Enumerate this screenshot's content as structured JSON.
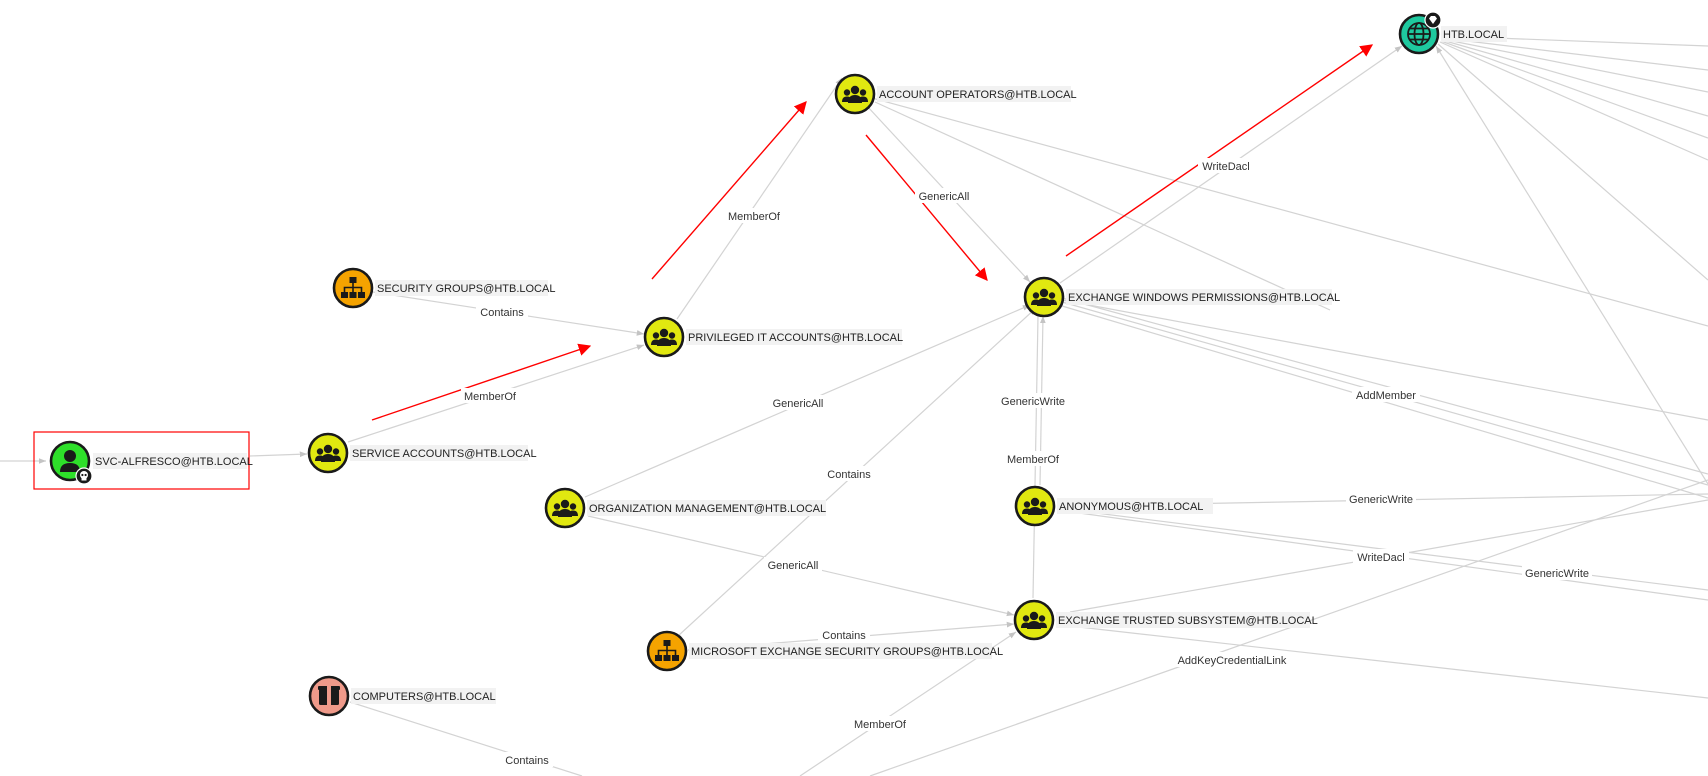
{
  "graph": {
    "colors": {
      "group": "#e1e810",
      "ou": "#f5a300",
      "user": "#2ee02a",
      "domain": "#1ec99f",
      "container": "#ef9a8a",
      "edge": "#d3d3d3",
      "path_arrow": "#ff0000",
      "highlight_box": "#ff0000"
    },
    "nodes": [
      {
        "id": "svc",
        "label": "SVC-ALFRESCO@HTB.LOCAL",
        "kind": "user",
        "icon": "user-icon",
        "badge": "skull-badge-icon",
        "highlighted": true
      },
      {
        "id": "svcacc",
        "label": "SERVICE ACCOUNTS@HTB.LOCAL",
        "kind": "group",
        "icon": "group-icon"
      },
      {
        "id": "secgroups",
        "label": "SECURITY GROUPS@HTB.LOCAL",
        "kind": "ou",
        "icon": "ou-icon"
      },
      {
        "id": "privit",
        "label": "PRIVILEGED IT ACCOUNTS@HTB.LOCAL",
        "kind": "group",
        "icon": "group-icon"
      },
      {
        "id": "accops",
        "label": "ACCOUNT OPERATORS@HTB.LOCAL",
        "kind": "group",
        "icon": "group-icon"
      },
      {
        "id": "htb",
        "label": "HTB.LOCAL",
        "kind": "domain",
        "icon": "globe-icon",
        "badge": "gem-badge-icon"
      },
      {
        "id": "exwp",
        "label": "EXCHANGE WINDOWS PERMISSIONS@HTB.LOCAL",
        "kind": "group",
        "icon": "group-icon"
      },
      {
        "id": "orgmgmt",
        "label": "ORGANIZATION MANAGEMENT@HTB.LOCAL",
        "kind": "group",
        "icon": "group-icon"
      },
      {
        "id": "anon",
        "label": "ANONYMOUS@HTB.LOCAL",
        "kind": "group",
        "icon": "group-icon"
      },
      {
        "id": "exts",
        "label": "EXCHANGE TRUSTED SUBSYSTEM@HTB.LOCAL",
        "kind": "group",
        "icon": "group-icon"
      },
      {
        "id": "msexsg",
        "label": "MICROSOFT EXCHANGE SECURITY GROUPS@HTB.LOCAL",
        "kind": "ou",
        "icon": "ou-icon"
      },
      {
        "id": "computers",
        "label": "COMPUTERS@HTB.LOCAL",
        "kind": "container",
        "icon": "container-icon"
      }
    ],
    "edge_labels": [
      "Contains",
      "MemberOf",
      "MemberOf",
      "GenericAll",
      "WriteDacl",
      "GenericAll",
      "Contains",
      "GenericWrite",
      "MemberOf",
      "AddMember",
      "GenericAll",
      "GenericWrite",
      "WriteDacl",
      "GenericWrite",
      "Contains",
      "AddKeyCredentialLink",
      "MemberOf",
      "Contains"
    ]
  }
}
